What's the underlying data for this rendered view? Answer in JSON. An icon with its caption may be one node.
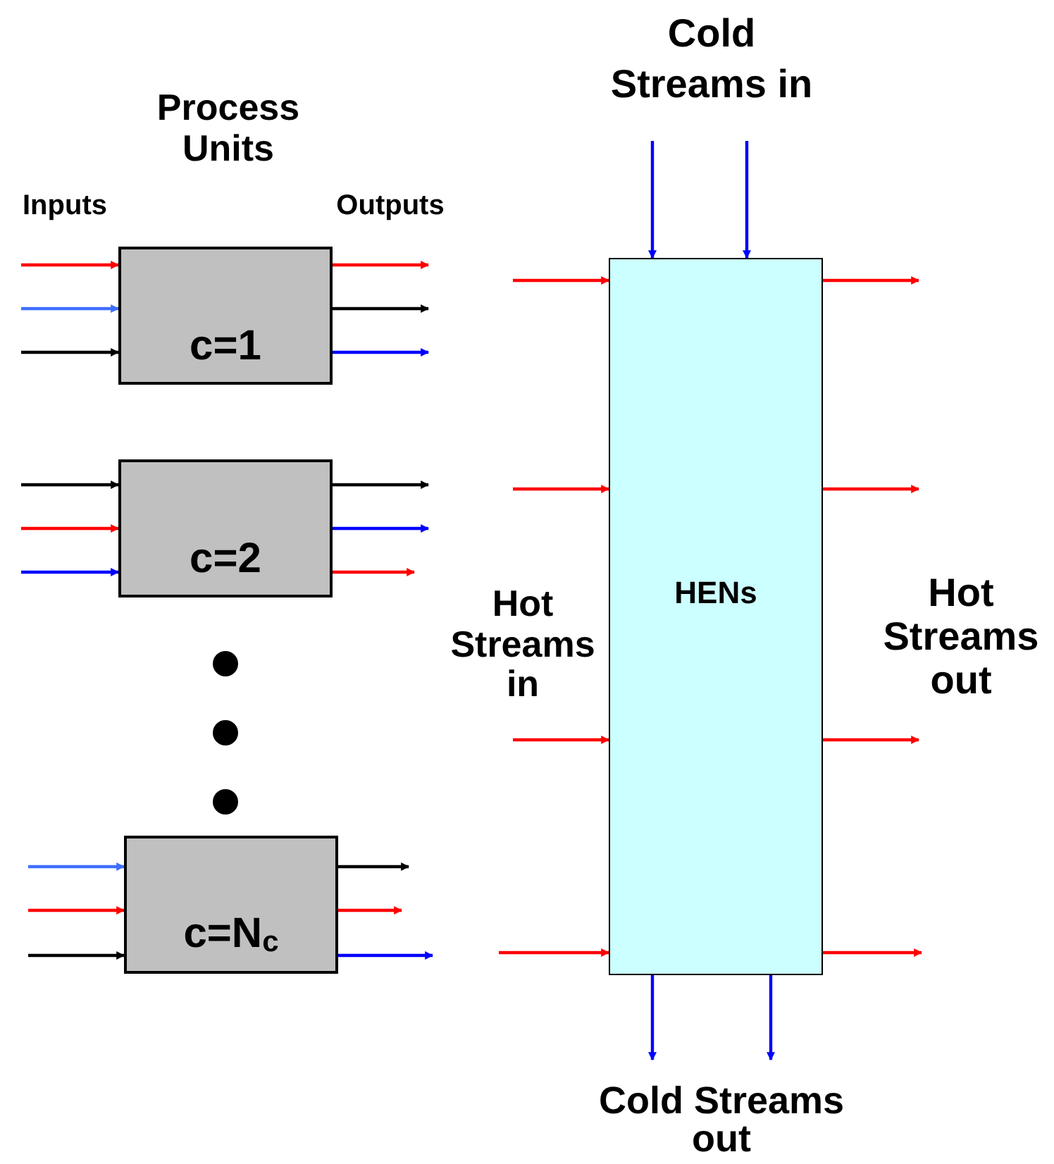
{
  "diagram": {
    "nodes": [
      {
        "text": [
          "c=1"
        ]
      },
      {
        "text": [
          "c=2"
        ]
      },
      {
        "text": [
          "c=N$_{c}$"
        ]
      },
      {
        "text": [
          "HENs"
        ]
      }
    ],
    "edges": [
      {
        "from": null,
        "to": 0,
        "arrow": "to"
      },
      {
        "from": null,
        "to": 0,
        "arrow": "to",
        "color": "#3f6fff"
      },
      {
        "from": null,
        "to": 0,
        "arrow": "to",
        "color": "#000000"
      },
      {
        "from": 0,
        "to": null,
        "arrow": "to"
      },
      {
        "from": 0,
        "to": null,
        "arrow": "to",
        "color": "#000000"
      },
      {
        "from": 0,
        "to": null,
        "arrow": "to",
        "color": "#0000ff"
      },
      {
        "from": null,
        "to": 1,
        "arrow": "to",
        "color": "#000000"
      },
      {
        "from": null,
        "to": 1,
        "arrow": "to"
      },
      {
        "from": null,
        "to": 1,
        "arrow": "to",
        "color": "#0000ff"
      },
      {
        "from": 1,
        "to": null,
        "arrow": "to",
        "color": "#000000"
      },
      {
        "from": 1,
        "to": null,
        "arrow": "to",
        "color": "#0000ff"
      },
      {
        "from": 1,
        "to": null,
        "arrow": "to"
      },
      {
        "from": null,
        "to": 2,
        "arrow": "to",
        "color": "#3f6fff"
      },
      {
        "from": null,
        "to": 2,
        "arrow": "to"
      },
      {
        "from": null,
        "to": 2,
        "arrow": "to",
        "color": "#000000"
      },
      {
        "from": 2,
        "to": null,
        "arrow": "to",
        "color": "#000000"
      },
      {
        "from": 2,
        "to": null,
        "arrow": "to"
      },
      {
        "from": 2,
        "to": null,
        "arrow": "to",
        "color": "#0000ff"
      },
      {
        "from": null,
        "to": 3,
        "arrow": "to",
        "color": "#0000ff"
      },
      {
        "from": null,
        "to": 3,
        "arrow": "to",
        "color": "#0000ff"
      },
      {
        "from": null,
        "to": 3,
        "arrow": "to"
      },
      {
        "from": null,
        "to": 3,
        "arrow": "to"
      },
      {
        "from": null,
        "to": 3,
        "arrow": "to"
      },
      {
        "from": null,
        "to": 3,
        "arrow": "to"
      },
      {
        "from": 3,
        "to": null,
        "arrow": "to"
      },
      {
        "from": 3,
        "to": null,
        "arrow": "to"
      },
      {
        "from": 3,
        "to": null,
        "arrow": "to"
      },
      {
        "from": 3,
        "to": null,
        "arrow": "to"
      },
      {
        "from": 3,
        "to": null,
        "arrow": "to",
        "color": "#0000ff"
      },
      {
        "from": 3,
        "to": null,
        "arrow": "to",
        "color": "#0000ff"
      }
    ],
    "labels": [
      "Cold Streams in",
      "Process Units",
      "Inputs",
      "Outputs",
      "Hot Streams in",
      "Hot Streams out",
      "Cold Streams out"
    ]
  }
}
